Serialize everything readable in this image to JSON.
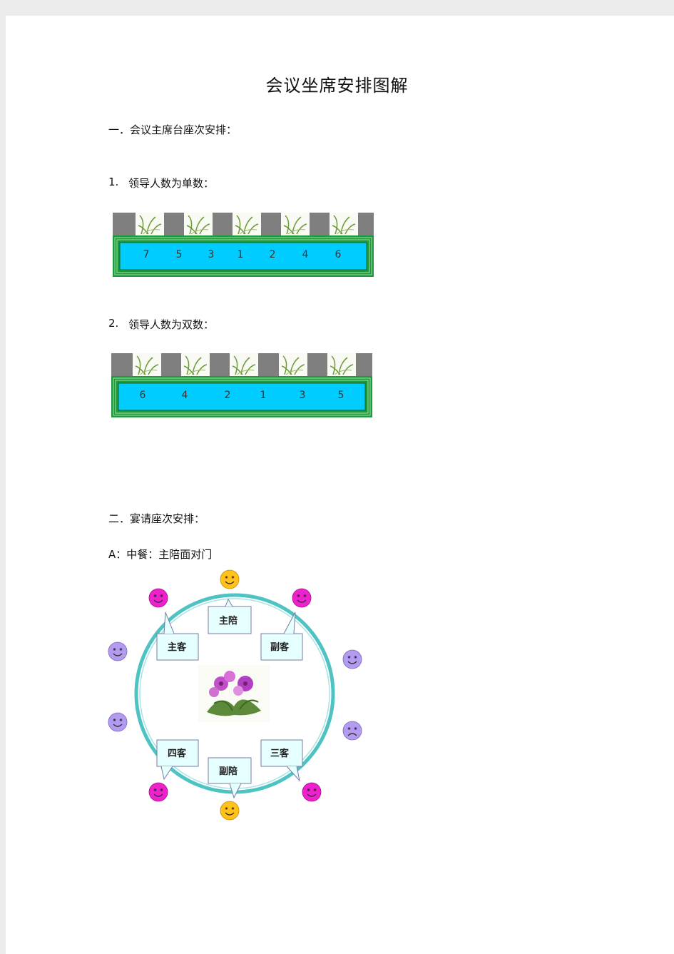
{
  "doc": {
    "title": "会议坐席安排图解",
    "section1_heading": "一．会议主席台座次安排：",
    "case_odd_num": "1.",
    "case_odd_label": "领导人数为单数：",
    "case_even_num": "2.",
    "case_even_label": "领导人数为双数：",
    "section2_heading": "二．宴请座次安排：",
    "banquet_a": "A：中餐：主陪面对门"
  },
  "odd_table": {
    "seats": [
      "7",
      "5",
      "3",
      "1",
      "2",
      "4",
      "6"
    ]
  },
  "even_table": {
    "seats": [
      "6",
      "4",
      "2",
      "1",
      "3",
      "5"
    ]
  },
  "banquet": {
    "roles": {
      "host": "主陪",
      "guest1": "主客",
      "guest2": "副客",
      "cohost": "副陪",
      "guest3": "三客",
      "guest4": "四客"
    }
  },
  "colors": {
    "table_cyan": "#00ccff",
    "table_green": "#1f9a3a",
    "chair_gray": "#808080",
    "ring_teal": "#4fc3c3",
    "face_yellow": "#ffc21a",
    "face_magenta": "#ee22cc",
    "face_lavender": "#b39cf0",
    "bubble_fill": "#e6ffff"
  }
}
